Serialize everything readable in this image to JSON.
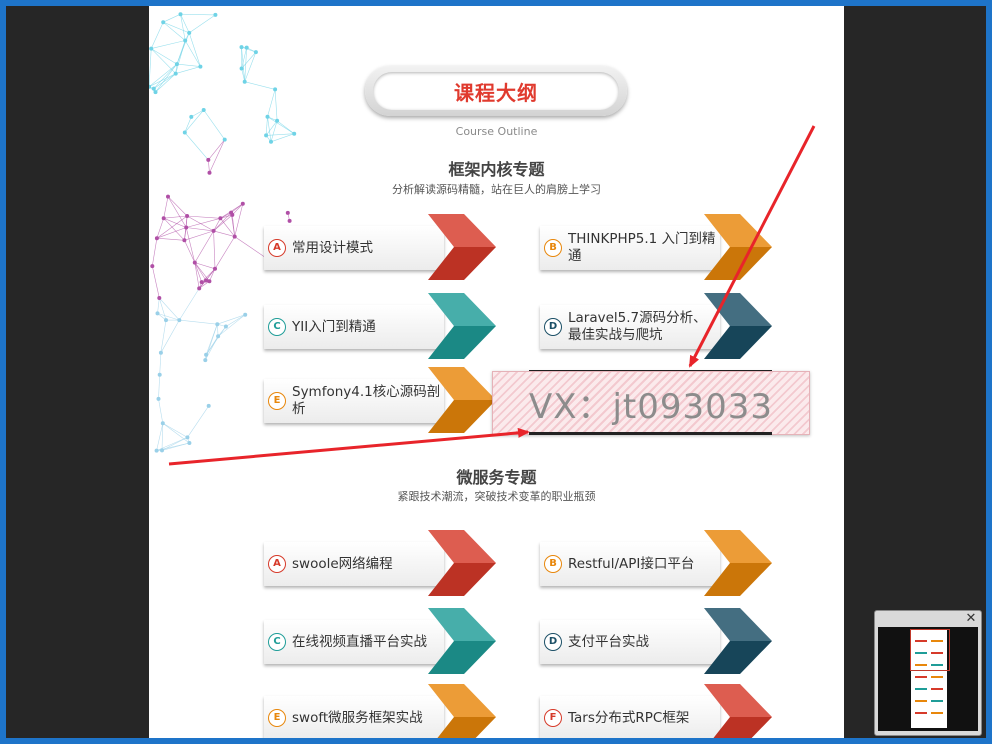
{
  "page": {
    "title": "课程大纲",
    "subtitle_en": "Course Outline"
  },
  "section1": {
    "title": "框架内核专题",
    "subtitle": "分析解读源码精髓，站在巨人的肩膀上学习",
    "items": [
      {
        "badge": "A",
        "label": "常用设计模式",
        "color": "#d63a2a"
      },
      {
        "badge": "B",
        "label": "THINKPHP5.1 入门到精通",
        "color": "#e8870b"
      },
      {
        "badge": "C",
        "label": "YII入门到精通",
        "color": "#1f9d98"
      },
      {
        "badge": "D",
        "label": "Laravel5.7源码分析、最佳实战与爬坑",
        "color": "#1b4f66"
      },
      {
        "badge": "E",
        "label": "Symfony4.1核心源码剖析",
        "color": "#e8870b"
      }
    ]
  },
  "section2": {
    "title": "微服务专题",
    "subtitle": "紧跟技术潮流，突破技术变革的职业瓶颈",
    "items": [
      {
        "badge": "A",
        "label": "swoole网络编程",
        "color": "#d63a2a"
      },
      {
        "badge": "B",
        "label": "Restful/API接口平台",
        "color": "#e8870b"
      },
      {
        "badge": "C",
        "label": "在线视频直播平台实战",
        "color": "#1f9d98"
      },
      {
        "badge": "D",
        "label": "支付平台实战",
        "color": "#1b4f66"
      },
      {
        "badge": "E",
        "label": "swoft微服务框架实战",
        "color": "#e8870b"
      },
      {
        "badge": "F",
        "label": "Tars分布式RPC框架",
        "color": "#d63a2a"
      }
    ]
  },
  "watermark": {
    "text": "VX：jt093033"
  },
  "thumbnail": {
    "close_icon": "close-icon"
  }
}
